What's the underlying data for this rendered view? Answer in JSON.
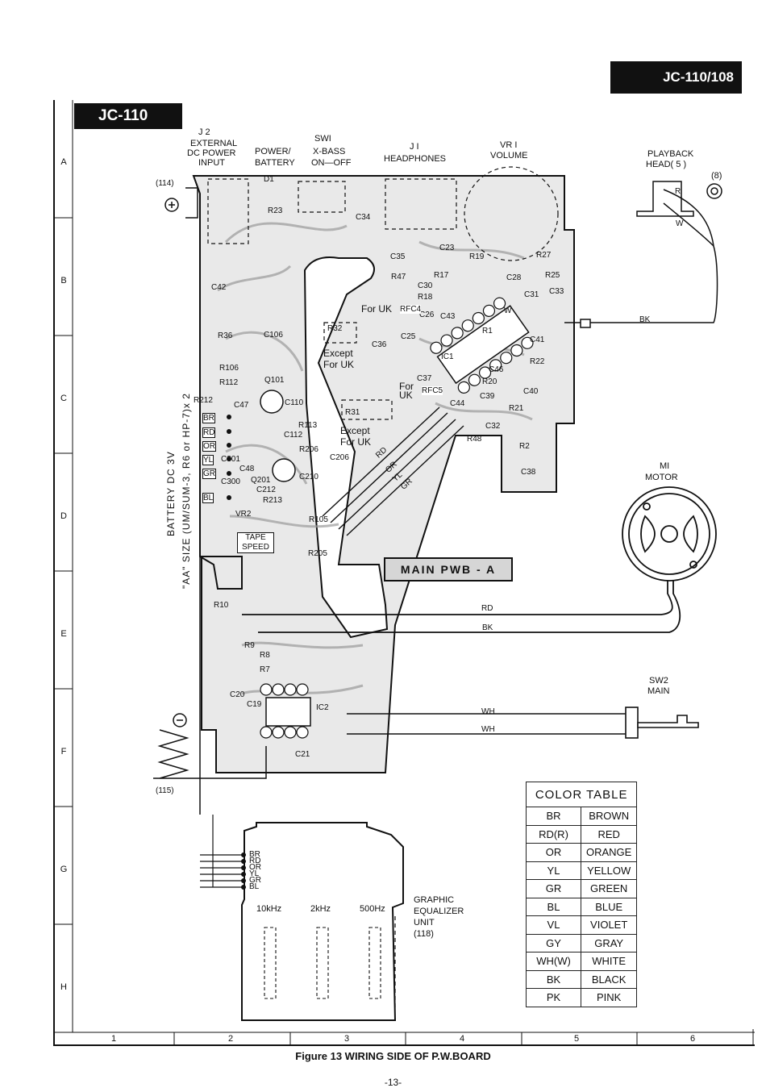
{
  "header": {
    "model_banner": "JC-110/108",
    "model_tag": "JC-110"
  },
  "grid": {
    "rows": [
      "A",
      "B",
      "C",
      "D",
      "E",
      "F",
      "G",
      "H"
    ],
    "columns": [
      "1",
      "2",
      "3",
      "4",
      "5",
      "6"
    ]
  },
  "top_labels": {
    "j2": "J 2",
    "j2_line1": "EXTERNAL",
    "j2_line2": "DC POWER",
    "j2_line3": "INPUT",
    "power": "POWER/",
    "battery": "BATTERY",
    "sw1": "SWI",
    "xbass": "X-BASS",
    "onoff": "ON—OFF",
    "j1": "J I",
    "headphones": "HEADPHONES",
    "vr1": "VR I",
    "volume": "VOLUME",
    "playback1": "PLAYBACK",
    "playback2": "HEAD( 5 )",
    "playback_num": "(8)"
  },
  "left_labels": {
    "plus_ref": "(114)",
    "minus_ref": "(115)",
    "battery_line1": "BATTERY     DC 3V",
    "battery_line2": "\"AA\" SIZE (UM/SUM-3, R6 or HP-7)x 2"
  },
  "components": [
    "D1",
    "R23",
    "C34",
    "C42",
    "C35",
    "R47",
    "C23",
    "R19",
    "C28",
    "R27",
    "R25",
    "C30",
    "R17",
    "R18",
    "C31",
    "C33",
    "R36",
    "C106",
    "R106",
    "R112",
    "Q101",
    "C47",
    "C110",
    "R113",
    "C112",
    "R212",
    "R206",
    "C206",
    "C301",
    "C48",
    "C300",
    "Q201",
    "C210",
    "C212",
    "R213",
    "R105",
    "VR2",
    "R205",
    "R32",
    "R31",
    "C36",
    "C25",
    "C43",
    "C26",
    "IC1",
    "R1",
    "C41",
    "R22",
    "C46",
    "R20",
    "C37",
    "C39",
    "C40",
    "C44",
    "R21",
    "C32",
    "R48",
    "R2",
    "C38",
    "R10",
    "R9",
    "R8",
    "R7",
    "C20",
    "C19",
    "IC2",
    "C21"
  ],
  "annotations": {
    "except_uk": "Except For UK",
    "for_uk": "For UK",
    "rfc4": "RFC4",
    "rfc5": "RFC5",
    "tape_speed": "TAPE SPEED",
    "main_pwb": "MAIN  PWB - A",
    "r_label": "R",
    "w_label": "W",
    "w_label_board": "W"
  },
  "wires": {
    "board_left": [
      "BR",
      "RD",
      "OR",
      "YL",
      "GR",
      "BL"
    ],
    "ribbon": [
      "RD",
      "OR",
      "YL",
      "GR"
    ],
    "playback_bk": "BK",
    "motor_rd": "RD",
    "motor_bk": "BK",
    "sw2_wh1": "WH",
    "sw2_wh2": "WH",
    "eq_wires": [
      "BR",
      "RD",
      "OR",
      "YL",
      "GR",
      "BL"
    ]
  },
  "motor": {
    "line1": "MI",
    "line2": "MOTOR"
  },
  "sw2": {
    "line1": "SW2",
    "line2": "MAIN"
  },
  "equalizer": {
    "bands": [
      "10kHz",
      "2kHz",
      "500Hz"
    ],
    "line1": "GRAPHIC",
    "line2": "EQUALIZER",
    "line3": "UNIT",
    "line4": "(118)"
  },
  "color_table": {
    "title": "COLOR  TABLE",
    "rows": [
      [
        "BR",
        "BROWN"
      ],
      [
        "RD(R)",
        "RED"
      ],
      [
        "OR",
        "ORANGE"
      ],
      [
        "YL",
        "YELLOW"
      ],
      [
        "GR",
        "GREEN"
      ],
      [
        "BL",
        "BLUE"
      ],
      [
        "VL",
        "VIOLET"
      ],
      [
        "GY",
        "GRAY"
      ],
      [
        "WH(W)",
        "WHITE"
      ],
      [
        "BK",
        "BLACK"
      ],
      [
        "PK",
        "PINK"
      ]
    ]
  },
  "footer": {
    "caption": "Figure 13  WIRING SIDE OF P.W.BOARD",
    "page": "-13-"
  }
}
